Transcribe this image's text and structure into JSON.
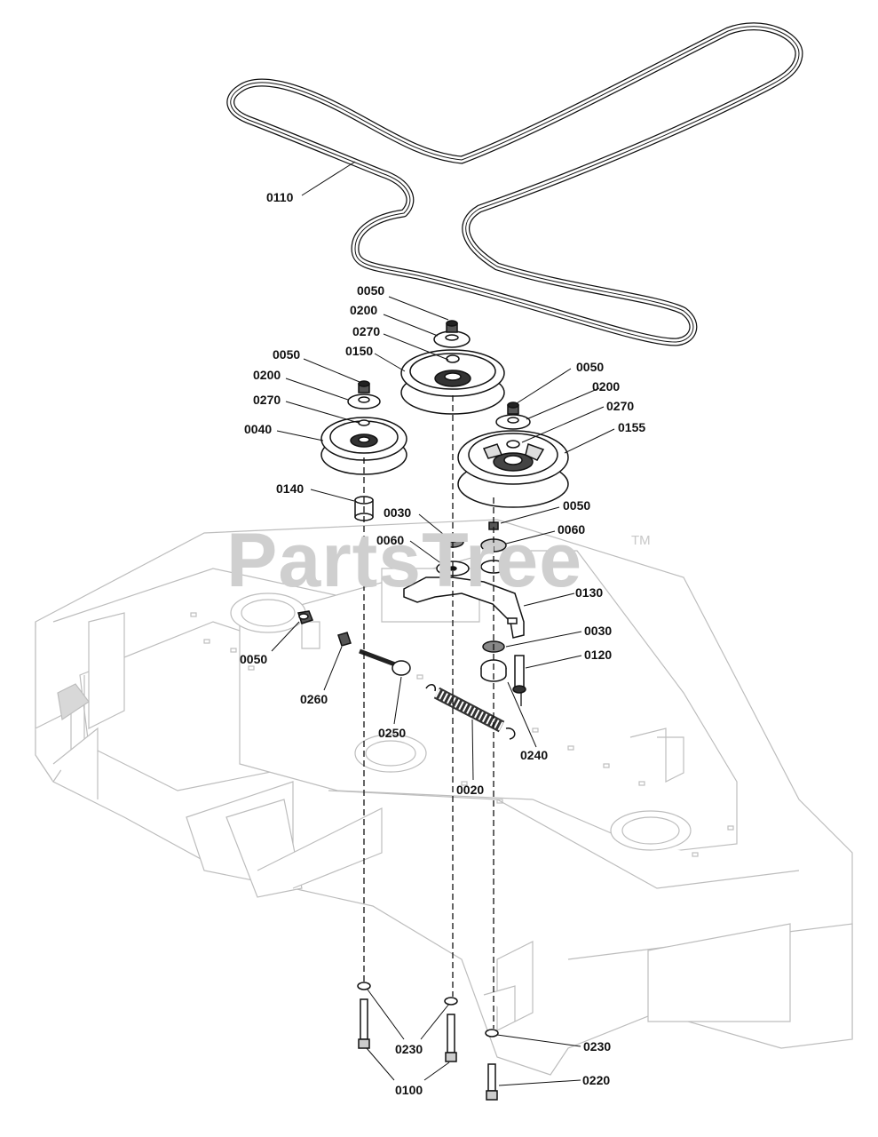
{
  "watermark": {
    "text": "PartsTree",
    "trademark": "TM"
  },
  "callouts": [
    {
      "id": "c-0110",
      "text": "0110"
    },
    {
      "id": "c-0050-a",
      "text": "0050"
    },
    {
      "id": "c-0200-a",
      "text": "0200"
    },
    {
      "id": "c-0270-a",
      "text": "0270"
    },
    {
      "id": "c-0150",
      "text": "0150"
    },
    {
      "id": "c-0050-b",
      "text": "0050"
    },
    {
      "id": "c-0200-b",
      "text": "0200"
    },
    {
      "id": "c-0270-b",
      "text": "0270"
    },
    {
      "id": "c-0040",
      "text": "0040"
    },
    {
      "id": "c-0050-c",
      "text": "0050"
    },
    {
      "id": "c-0200-c",
      "text": "0200"
    },
    {
      "id": "c-0270-c",
      "text": "0270"
    },
    {
      "id": "c-0155",
      "text": "0155"
    },
    {
      "id": "c-0140",
      "text": "0140"
    },
    {
      "id": "c-0030-a",
      "text": "0030"
    },
    {
      "id": "c-0050-d",
      "text": "0050"
    },
    {
      "id": "c-0060-a",
      "text": "0060"
    },
    {
      "id": "c-0060-b",
      "text": "0060"
    },
    {
      "id": "c-0130",
      "text": "0130"
    },
    {
      "id": "c-0030-b",
      "text": "0030"
    },
    {
      "id": "c-0120",
      "text": "0120"
    },
    {
      "id": "c-0050-e",
      "text": "0050"
    },
    {
      "id": "c-0260",
      "text": "0260"
    },
    {
      "id": "c-0250",
      "text": "0250"
    },
    {
      "id": "c-0240",
      "text": "0240"
    },
    {
      "id": "c-0020",
      "text": "0020"
    },
    {
      "id": "c-0230-a",
      "text": "0230"
    },
    {
      "id": "c-0230-b",
      "text": "0230"
    },
    {
      "id": "c-0100",
      "text": "0100"
    },
    {
      "id": "c-0220",
      "text": "0220"
    }
  ]
}
